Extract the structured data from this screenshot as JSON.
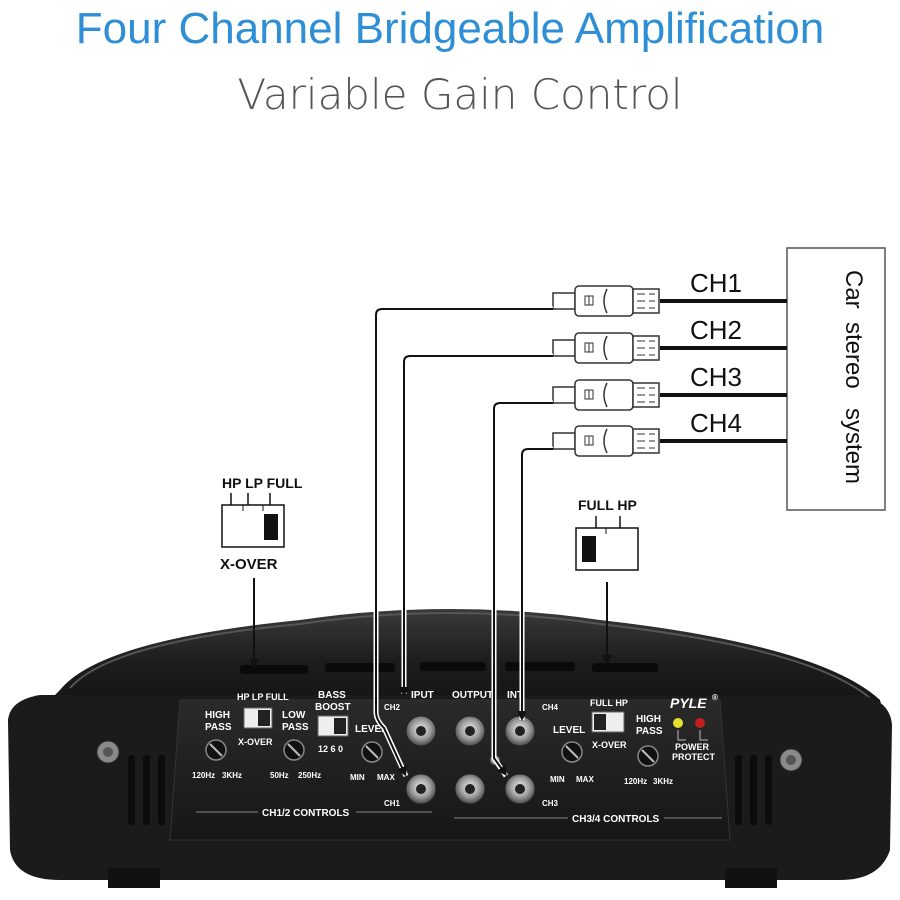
{
  "header": {
    "title": "Four Channel Bridgeable Amplification",
    "subtitle": "Variable Gain Control"
  },
  "stereo": {
    "lines": [
      "Car",
      "stereo",
      "system"
    ]
  },
  "channels": [
    "CH1",
    "CH2",
    "CH3",
    "CH4"
  ],
  "xover_left": {
    "positions": "HP LP FULL",
    "label": "X-OVER"
  },
  "xover_right": {
    "positions": "FULL HP"
  },
  "amp": {
    "brand": "PYLE",
    "brand_mark": "®",
    "left": {
      "high_pass": [
        "HIGH",
        "PASS"
      ],
      "high_pass_range": [
        "120Hz",
        "3KHz"
      ],
      "xover_positions": "HP LP FULL",
      "xover_label": "X-OVER",
      "low_pass": [
        "LOW",
        "PASS"
      ],
      "low_pass_range": [
        "50Hz",
        "250Hz"
      ],
      "bass_boost": [
        "BASS",
        "BOOST"
      ],
      "bass_boost_values": "12 6 0",
      "level": "LEVEL",
      "level_range": [
        "MIN",
        "MAX"
      ],
      "controls": "CH1/2 CONTROLS"
    },
    "center": {
      "input_left": "INPUT",
      "input_left_visible": "IPUT",
      "output": "OUTPUT",
      "input_right": "INPUT",
      "input_right_visible": "INT",
      "ch2": "CH2",
      "ch1": "CH1",
      "ch4": "CH4",
      "ch3": "CH3"
    },
    "right": {
      "level": "LEVEL",
      "level_range": [
        "MIN",
        "MAX"
      ],
      "xover_positions": "FULL HP",
      "xover_label": "X-OVER",
      "high_pass": [
        "HIGH",
        "PASS"
      ],
      "high_pass_range": [
        "120Hz",
        "3KHz"
      ],
      "power": "POWER",
      "protect": "PROTECT",
      "controls": "CH3/4 CONTROLS"
    }
  },
  "colors": {
    "title": "#2f8fd6",
    "subtitle": "#555555",
    "amp_body": "#1c1c1c",
    "power_led": "#e8e030",
    "protect_led": "#c02020"
  }
}
